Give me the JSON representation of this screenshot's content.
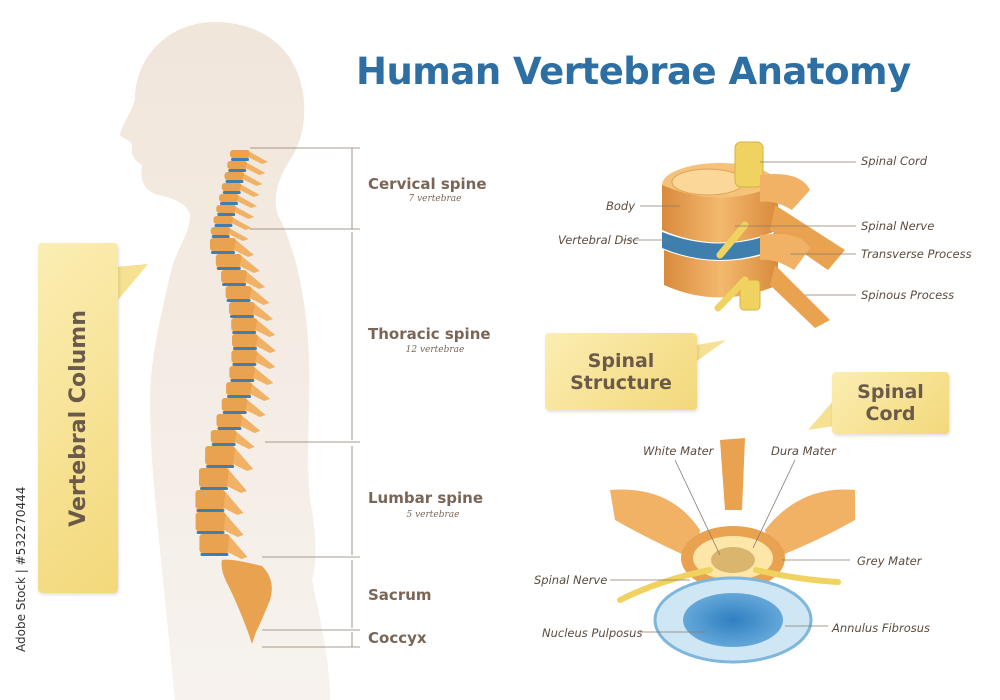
{
  "title": "Human Vertebrae Anatomy",
  "vertebral_column_badge": "Vertebral Column",
  "regions": [
    {
      "name": "Cervical spine",
      "count": "7 vertebrae"
    },
    {
      "name": "Thoracic spine",
      "count": "12 vertebrae"
    },
    {
      "name": "Lumbar spine",
      "count": "5 vertebrae"
    },
    {
      "name": "Sacrum",
      "count": ""
    },
    {
      "name": "Coccyx",
      "count": ""
    }
  ],
  "vertebra_labels": {
    "spinal_cord": "Spinal Cord",
    "body": "Body",
    "spinal_nerve": "Spinal Nerve",
    "vertebral_disc": "Vertebral Disc",
    "transverse_process": "Transverse Process",
    "spinous_process": "Spinous Process"
  },
  "badges": {
    "spinal_structure_line1": "Spinal",
    "spinal_structure_line2": "Structure",
    "spinal_cord_line1": "Spinal",
    "spinal_cord_line2": "Cord"
  },
  "cross_section_labels": {
    "white_mater": "White Mater",
    "dura_mater": "Dura Mater",
    "grey_mater": "Grey Mater",
    "spinal_nerve": "Spinal Nerve",
    "nucleus_pulposus": "Nucleus Pulposus",
    "annulus_fibrosus": "Annulus Fibrosus"
  },
  "credit": "Adobe Stock | #532270444",
  "colors": {
    "title": "#2d6fa3",
    "bone": "#e9a24f",
    "disc": "#3f7fae",
    "silhouette": "#f1ebe4",
    "badge": "#f6e092"
  }
}
